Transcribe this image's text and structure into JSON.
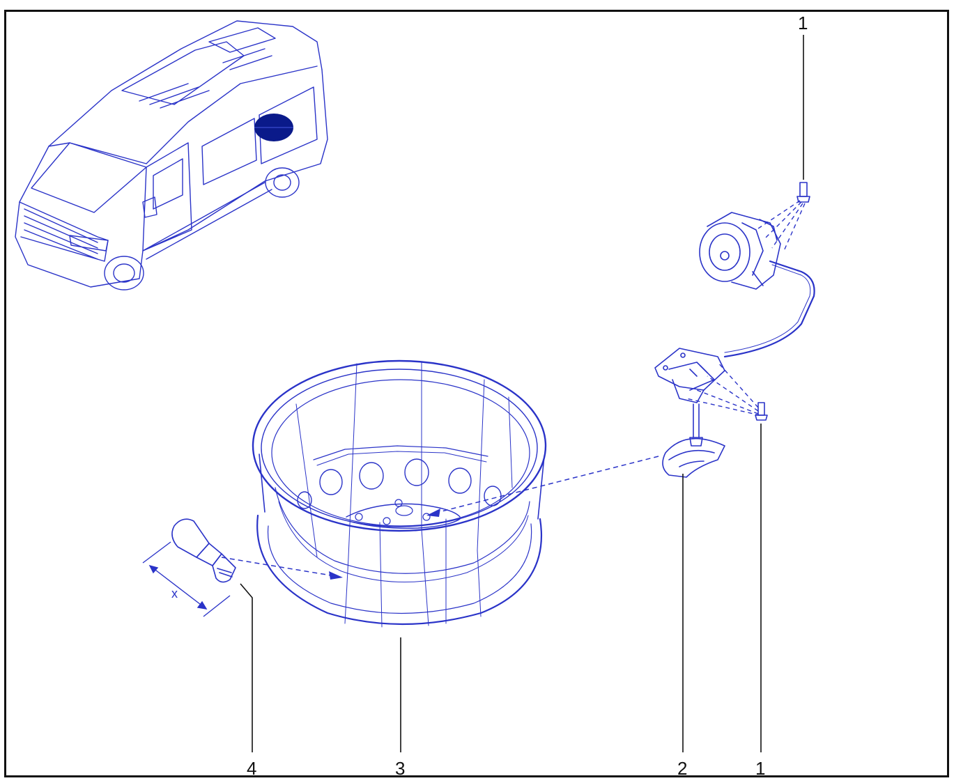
{
  "colors": {
    "line": "#2a33c8",
    "accent": "#0a1a8a",
    "callout": "#111111"
  },
  "callouts": {
    "c1_top": "1",
    "c1_bottom": "1",
    "c2": "2",
    "c3": "3",
    "c4": "4"
  },
  "dimension_label": "x"
}
